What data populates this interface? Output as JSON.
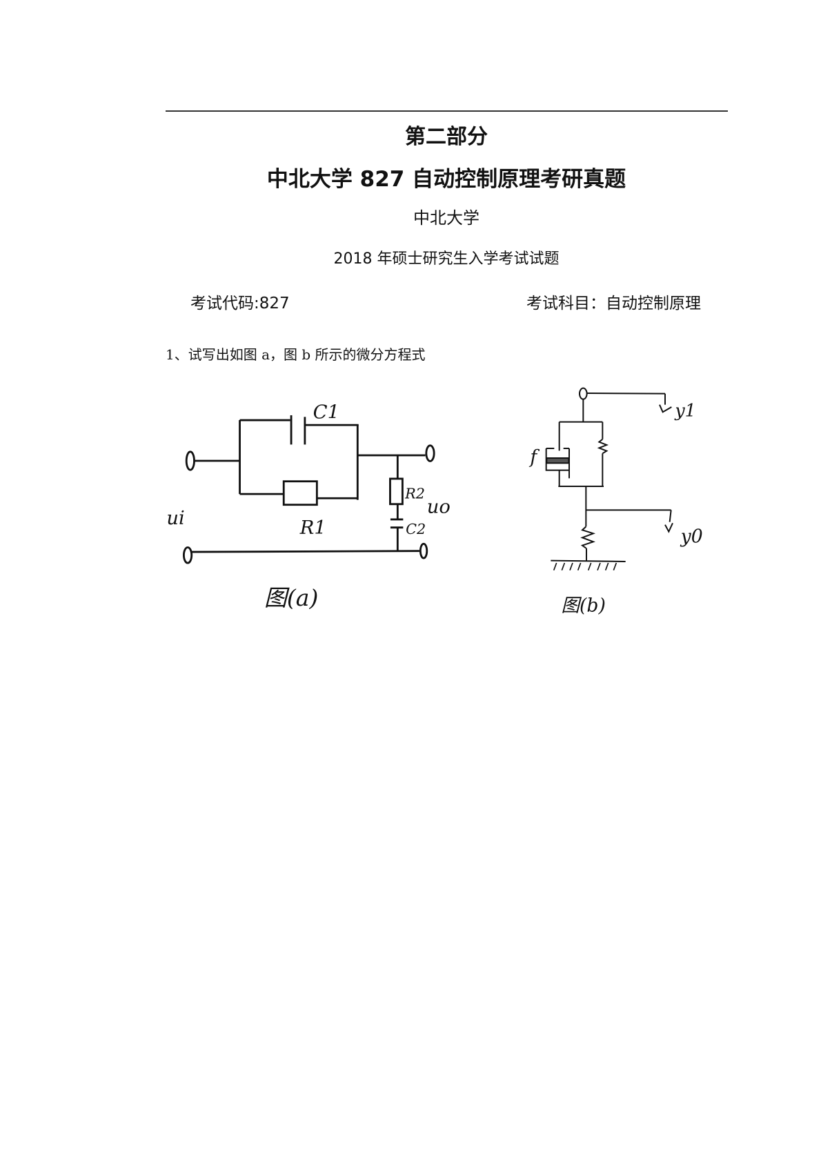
{
  "header": {
    "part": "第二部分",
    "title": "中北大学 827 自动控制原理考研真题",
    "school": "中北大学",
    "exam_year": "2018 年硕士研究生入学考试试题",
    "exam_code": "考试代码:827",
    "exam_subject": "考试科目：自动控制原理"
  },
  "questions": [
    {
      "text": "1、试写出如图 a，图 b 所示的微分方程式"
    }
  ],
  "figure_a": {
    "caption": "图(a)",
    "labels": {
      "c1": "C1",
      "r1": "R1",
      "r2": "R2",
      "c2": "C2",
      "ui": "ui",
      "uo": "uo"
    }
  },
  "figure_b": {
    "caption": "图(b)",
    "labels": {
      "f": "f",
      "y1": "y1",
      "y0": "y0"
    }
  }
}
